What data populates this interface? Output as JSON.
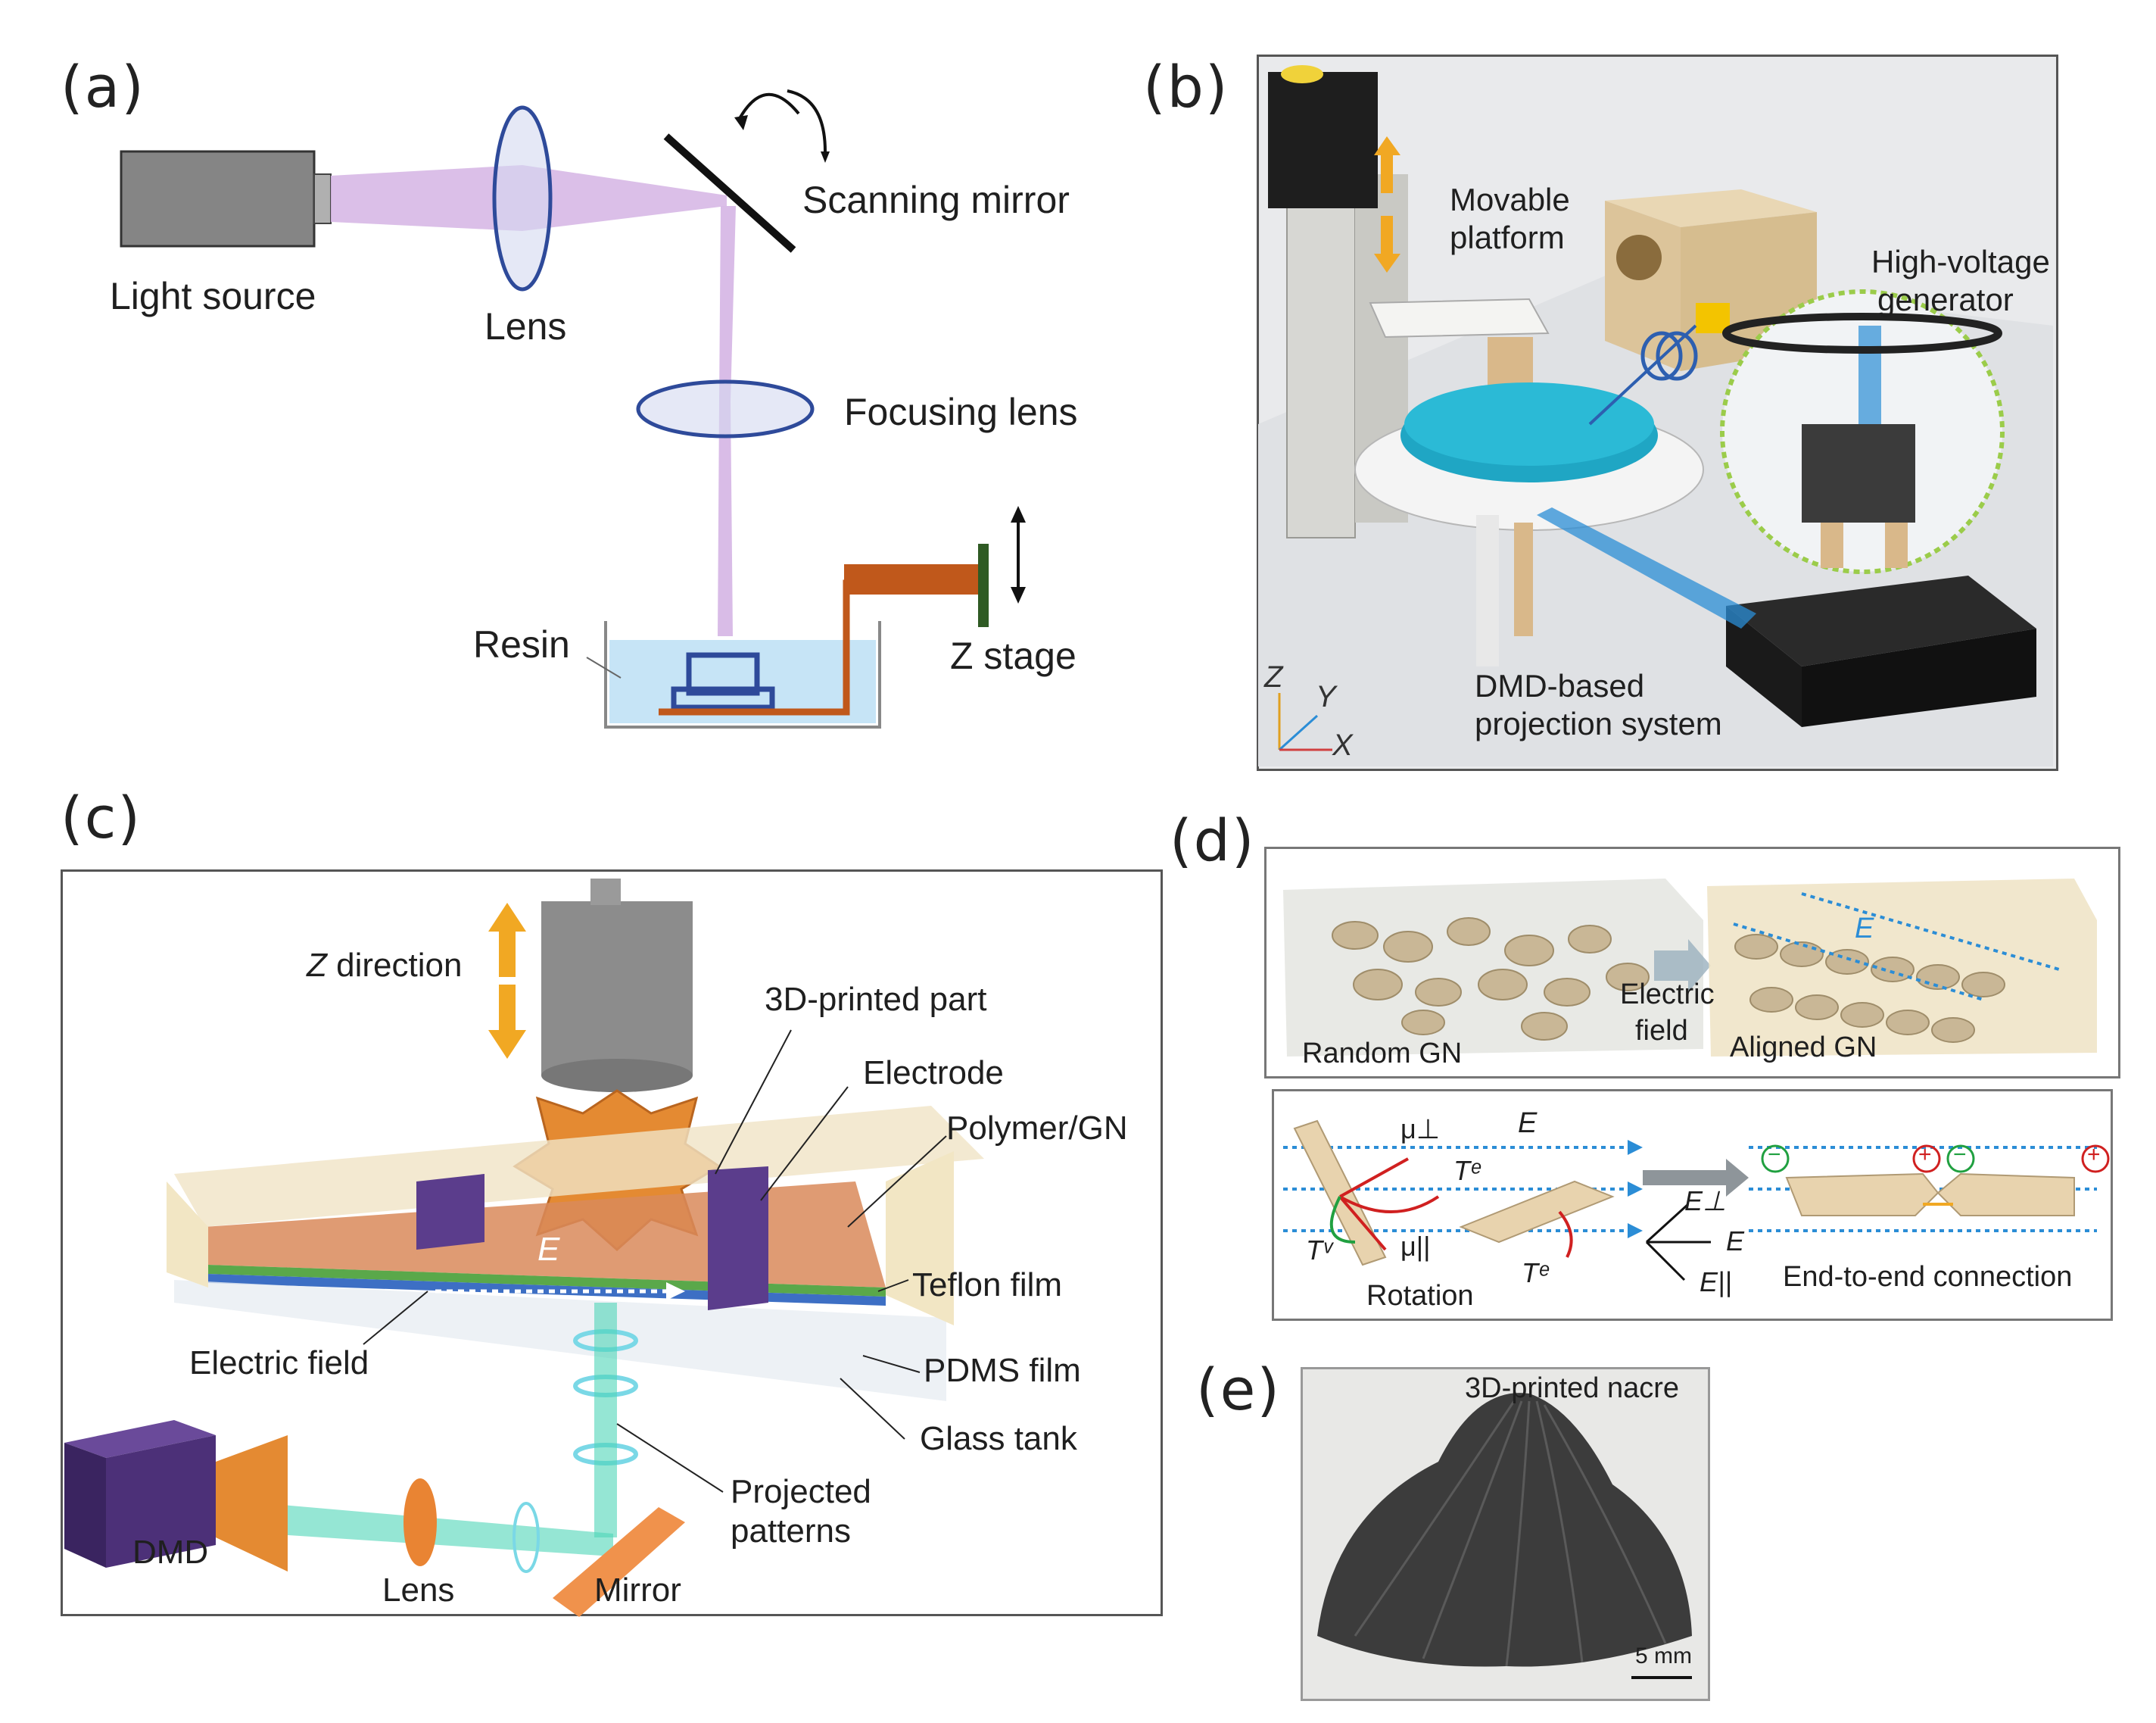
{
  "panel_labels": {
    "a": "(a)",
    "b": "(b)",
    "c": "(c)",
    "d": "(d)",
    "e": "(e)"
  },
  "panel_a": {
    "light_source": "Light source",
    "lens": "Lens",
    "scanning_mirror": "Scanning mirror",
    "focusing_lens": "Focusing lens",
    "resin": "Resin",
    "z_stage": "Z stage"
  },
  "panel_b": {
    "movable_platform_1": "Movable",
    "movable_platform_2": "platform",
    "hv_generator_1": "High-voltage",
    "hv_generator_2": "generator",
    "dmd_1": "DMD-based",
    "dmd_2": "projection system",
    "axis_z": "Z",
    "axis_y": "Y",
    "axis_x": "X"
  },
  "panel_c": {
    "z_direction_italic": "Z",
    "z_direction_rest": " direction",
    "printed_part": "3D-printed part",
    "electrode": "Electrode",
    "polymer_gn": "Polymer/GN",
    "field_e": "E",
    "teflon": "Teflon film",
    "electric_field": "Electric  field",
    "pdms": "PDMS film",
    "glass_tank": "Glass tank",
    "projected_1": "Projected",
    "projected_2": "patterns",
    "dmd": "DMD",
    "lens": "Lens",
    "mirror": "Mirror"
  },
  "panel_d": {
    "random_gn": "Random GN",
    "electric_field_1": "Electric",
    "electric_field_2": "field",
    "aligned_gn": "Aligned GN",
    "e_top": "E",
    "e_mid": "E",
    "mu_perp": "μ⊥",
    "mu_par": "μ||",
    "t_e_1": "Tᵉ",
    "t_v": "Tᵛ",
    "t_e_2": "Tᵉ",
    "rotation": "Rotation",
    "e_perp": "E⊥",
    "e_vec": "E",
    "e_par": "E||",
    "end_to_end": "End-to-end connection",
    "minus": "−",
    "plus": "+"
  },
  "panel_e": {
    "title": "3D-printed nacre",
    "scale": "5 mm"
  },
  "colors": {
    "beam_violet": "#d7b8e6",
    "beam_teal": "#4fd6b8",
    "electrode_purple": "#5b3d8c",
    "orange": "#e98433",
    "resin_blue": "#c6e4f6",
    "lens_outline": "#2e4a9a",
    "stage_orange": "#c0581b",
    "stage_green": "#2f5b24"
  }
}
